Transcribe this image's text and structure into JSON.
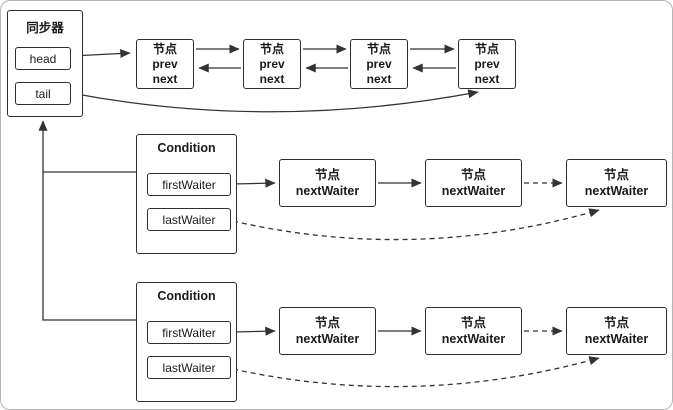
{
  "diagram": {
    "synchronizer": {
      "title": "同步器",
      "head_label": "head",
      "tail_label": "tail"
    },
    "sync_queue_nodes": [
      {
        "title": "节点",
        "field1": "prev",
        "field2": "next"
      },
      {
        "title": "节点",
        "field1": "prev",
        "field2": "next"
      },
      {
        "title": "节点",
        "field1": "prev",
        "field2": "next"
      },
      {
        "title": "节点",
        "field1": "prev",
        "field2": "next"
      }
    ],
    "conditions": [
      {
        "title": "Condition",
        "first_waiter_label": "firstWaiter",
        "last_waiter_label": "lastWaiter",
        "waiter_nodes": [
          {
            "title": "节点",
            "field": "nextWaiter"
          },
          {
            "title": "节点",
            "field": "nextWaiter"
          },
          {
            "title": "节点",
            "field": "nextWaiter"
          }
        ]
      },
      {
        "title": "Condition",
        "first_waiter_label": "firstWaiter",
        "last_waiter_label": "lastWaiter",
        "waiter_nodes": [
          {
            "title": "节点",
            "field": "nextWaiter"
          },
          {
            "title": "节点",
            "field": "nextWaiter"
          },
          {
            "title": "节点",
            "field": "nextWaiter"
          }
        ]
      }
    ],
    "colors": {
      "line": "#333333",
      "box_border": "#2f2f2f",
      "background": "#ffffff",
      "text": "#1a1a1a"
    }
  }
}
